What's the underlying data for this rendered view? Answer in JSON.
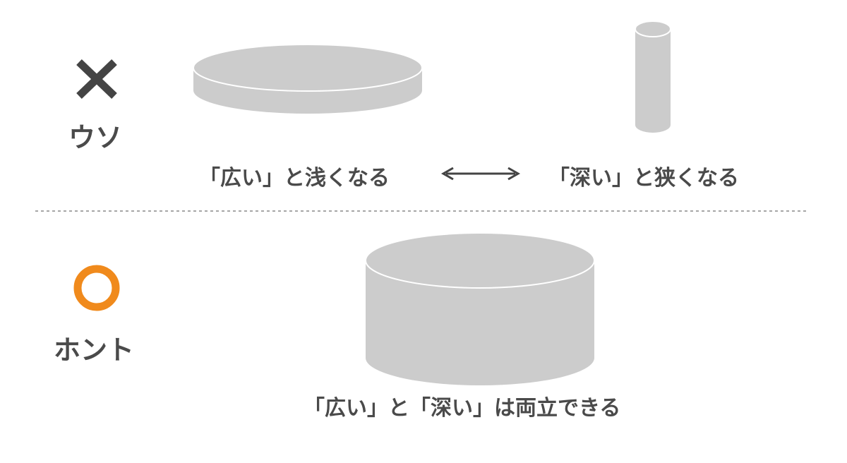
{
  "false_section": {
    "verdict_label": "ウソ",
    "left_caption": "「広い」と浅くなる",
    "right_caption": "「深い」と狭くなる",
    "marker_icon": "cross-icon",
    "marker_color": "#444444"
  },
  "true_section": {
    "verdict_label": "ホント",
    "caption": "「広い」と「深い」は両立できる",
    "marker_icon": "circle-icon",
    "marker_color": "#f08a1c"
  },
  "colors": {
    "cylinder_fill": "#cccccc",
    "cylinder_edge": "#ffffff",
    "text": "#4a4a4a",
    "divider": "#888888"
  }
}
